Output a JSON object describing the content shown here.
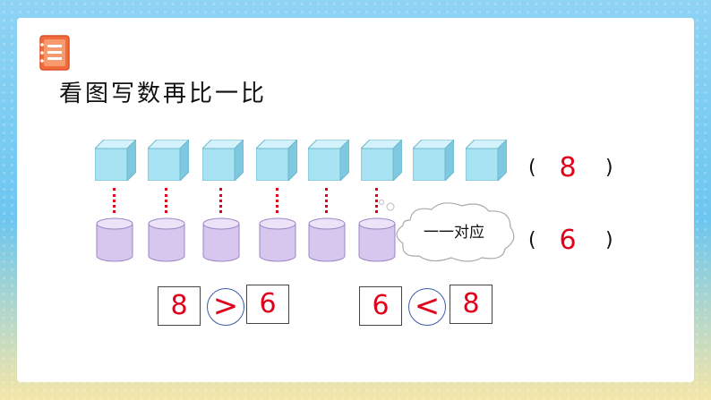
{
  "title": "看图写数再比一比",
  "cubes": {
    "count": 8,
    "answer": "8"
  },
  "cylinders": {
    "count": 6,
    "answer": "6"
  },
  "paren_open": "(",
  "paren_close": ")",
  "bubble_text": "一一对应",
  "compare_left": {
    "left": "8",
    "symbol": ">",
    "right": "6"
  },
  "compare_right": {
    "left": "6",
    "symbol": "<",
    "right": "8"
  },
  "colors": {
    "accent_red": "#e0001b",
    "cube": "#a8e3f3",
    "cylinder": "#d7c6ee"
  },
  "icons": [
    "notebook-icon"
  ]
}
